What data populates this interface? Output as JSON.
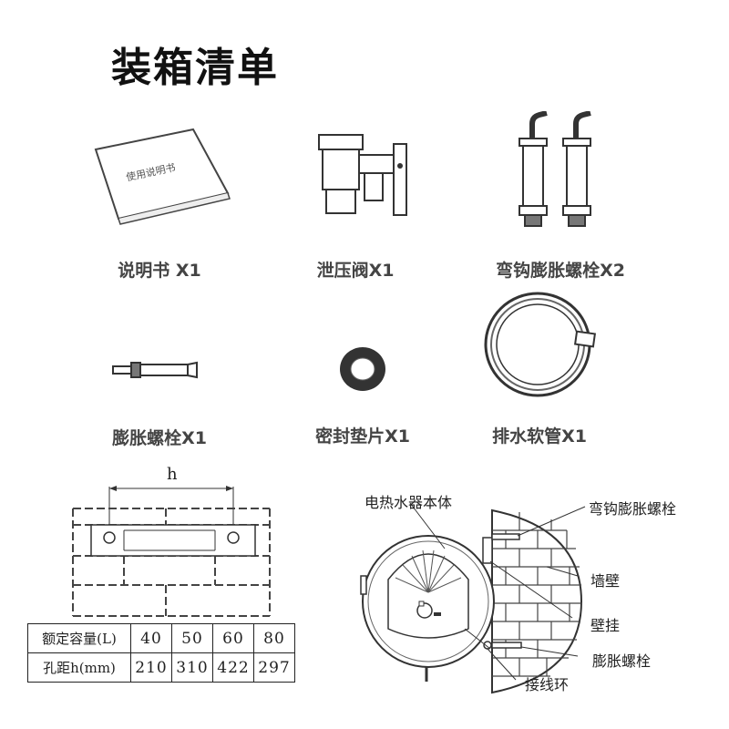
{
  "title": "装箱清单",
  "items": [
    {
      "label": "说明书 X1",
      "manual_text": "使用说明书"
    },
    {
      "label": "泄压阀X1"
    },
    {
      "label": "弯钩膨胀螺栓X2"
    },
    {
      "label": "膨胀螺栓X1"
    },
    {
      "label": "密封垫片X1"
    },
    {
      "label": "排水软管X1"
    }
  ],
  "hole_label": "h",
  "spec_table": {
    "header_label": "额定容量(L)",
    "capacities": [
      "40",
      "50",
      "60",
      "80"
    ],
    "row_label": "孔距h(mm)",
    "distances": [
      "210",
      "310",
      "422",
      "297"
    ]
  },
  "diagram": {
    "heater_body": "电热水器本体",
    "hook_bolt": "弯钩膨胀螺栓",
    "wall": "墙壁",
    "wall_hanger": "壁挂",
    "expansion_bolt": "膨胀螺栓",
    "ground_ring": "接线环"
  }
}
